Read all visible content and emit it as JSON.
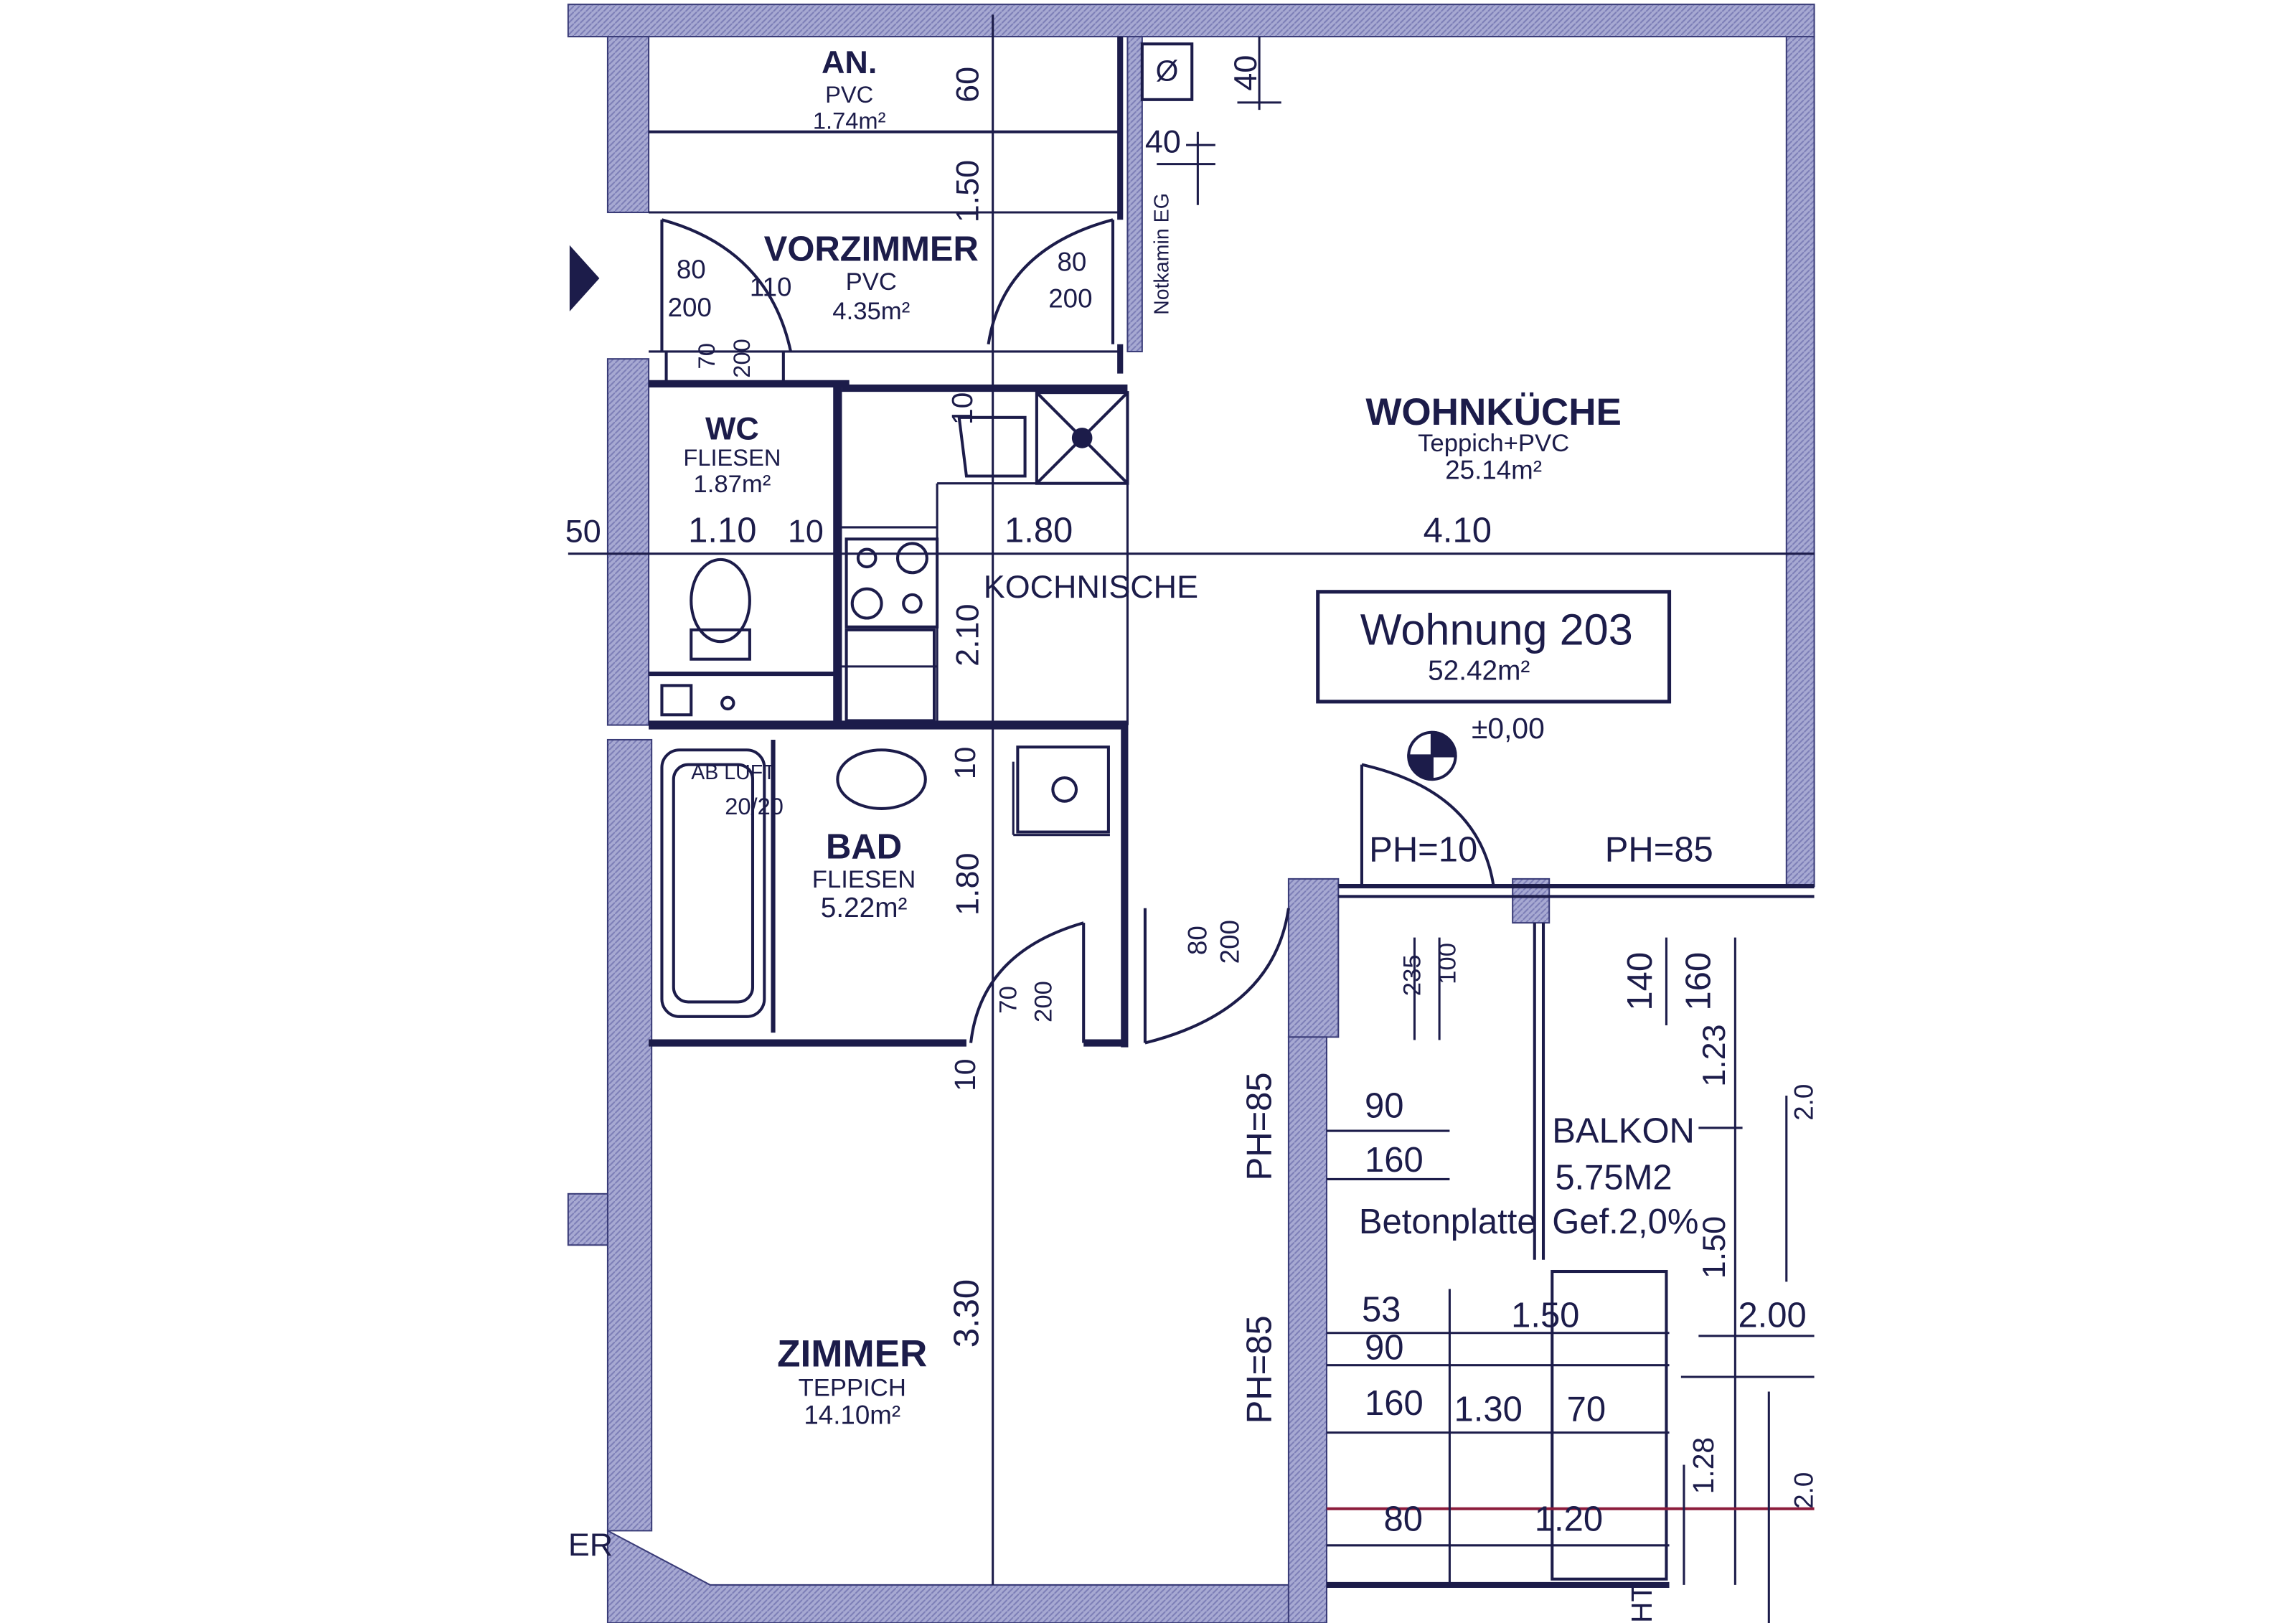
{
  "apartment": {
    "name": "Wohnung 203",
    "area": "52.42m²",
    "level": "±0,00"
  },
  "rooms": {
    "an": {
      "name": "AN.",
      "floor": "PVC",
      "area": "1.74m²"
    },
    "vorzimmer": {
      "name": "VORZIMMER",
      "floor": "PVC",
      "area": "4.35m²"
    },
    "wc": {
      "name": "WC",
      "floor": "FLIESEN",
      "area": "1.87m²"
    },
    "wohnkueche": {
      "name": "WOHNKÜCHE",
      "floor": "Teppich+PVC",
      "area": "25.14m²"
    },
    "kochnische": {
      "name": "KOCHNISCHE"
    },
    "bad": {
      "name": "BAD",
      "floor": "FLIESEN",
      "area": "5.22m²"
    },
    "zimmer": {
      "name": "ZIMMER",
      "floor": "TEPPICH",
      "area": "14.10m²"
    },
    "balkon": {
      "name": "BALKON",
      "area": "5.75M2",
      "floor": "Betonplatte",
      "slope": "Gef.2,0%"
    }
  },
  "notes": {
    "notkamin": "Notkamin EG",
    "chimney_symbol": "Ø",
    "abluft_a": "AB LUFT",
    "abluft_b": "20/20",
    "partial_left_a": "50",
    "partial_left_b": "ER"
  },
  "dims": {
    "d60": "60",
    "d150": "1.50",
    "d40a": "40",
    "d40b": "40",
    "door_a_w": "80",
    "door_a_h": "200",
    "door_a_w2": "110",
    "door_b_w": "80",
    "door_b_h": "200",
    "wc_door_w": "70",
    "wc_door_h": "200",
    "d110": "1.10",
    "d10a": "10",
    "d180a": "1.80",
    "d410": "4.10",
    "d10b": "10",
    "d210": "2.10",
    "d10c": "10",
    "d180b": "1.80",
    "bad_door_w": "70",
    "bad_door_h": "200",
    "d10d": "10",
    "d330": "3.30",
    "balcony_door_w": "80",
    "balcony_door_h": "200",
    "ph10": "PH=10",
    "ph85a": "PH=85",
    "ph85b": "PH=85",
    "ph85c": "PH=85",
    "d235": "235",
    "d100": "100",
    "d140": "140",
    "d160a": "160",
    "d123": "1.23",
    "d90a": "90",
    "d160b": "160",
    "d150b": "1.50",
    "d53": "53",
    "d150c": "1.50",
    "d90b": "90",
    "d200": "2.00",
    "d160c": "160",
    "d130": "1.30",
    "d70": "70",
    "d128": "1.28",
    "d80": "80",
    "d120": "1.20",
    "ht": "HT",
    "partial_right_a": "2.0",
    "partial_right_b": "2.0"
  },
  "colors": {
    "ink": "#1c1c4a",
    "wall": "#9a9cc8",
    "wall_dark": "#6e70a8",
    "background": "#ffffff"
  }
}
